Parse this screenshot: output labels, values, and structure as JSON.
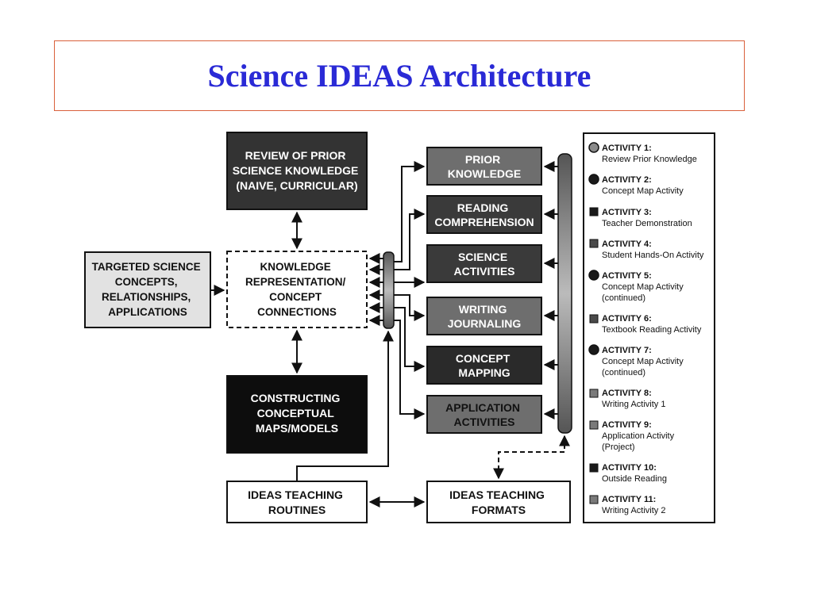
{
  "title": "Science IDEAS Architecture",
  "colors": {
    "title": "#2a2ad6",
    "title_border": "#d9603b"
  },
  "boxes": {
    "review": [
      "REVIEW OF PRIOR",
      "SCIENCE KNOWLEDGE",
      "(NAIVE, CURRICULAR)"
    ],
    "targeted": [
      "TARGETED SCIENCE",
      "CONCEPTS,",
      "RELATIONSHIPS,",
      "APPLICATIONS"
    ],
    "knowledge": [
      "KNOWLEDGE",
      "REPRESENTATION/",
      "CONCEPT",
      "CONNECTIONS"
    ],
    "constructing": [
      "CONSTRUCTING",
      "CONCEPTUAL",
      "MAPS/MODELS"
    ],
    "routines": [
      "IDEAS TEACHING",
      "ROUTINES"
    ],
    "formats": [
      "IDEAS TEACHING",
      "FORMATS"
    ]
  },
  "components": [
    [
      "PRIOR",
      "KNOWLEDGE"
    ],
    [
      "READING",
      "COMPREHENSION"
    ],
    [
      "SCIENCE",
      "ACTIVITIES"
    ],
    [
      "WRITING",
      "JOURNALING"
    ],
    [
      "CONCEPT",
      "MAPPING"
    ],
    [
      "APPLICATION",
      "ACTIVITIES"
    ]
  ],
  "legend": [
    {
      "icon": "circle-gray-icon",
      "head": "ACTIVITY 1:",
      "desc": [
        "Review Prior Knowledge"
      ]
    },
    {
      "icon": "circle-dark-icon",
      "head": "ACTIVITY 2:",
      "desc": [
        "Concept Map Activity"
      ]
    },
    {
      "icon": "square-dark-icon",
      "head": "ACTIVITY 3:",
      "desc": [
        "Teacher Demonstration"
      ]
    },
    {
      "icon": "square-mid-icon",
      "head": "ACTIVITY 4:",
      "desc": [
        "Student Hands-On Activity"
      ]
    },
    {
      "icon": "circle-dark-icon",
      "head": "ACTIVITY 5:",
      "desc": [
        "Concept Map Activity",
        "(continued)"
      ]
    },
    {
      "icon": "square-mid-icon",
      "head": "ACTIVITY 6:",
      "desc": [
        "Textbook Reading Activity"
      ]
    },
    {
      "icon": "circle-dark-icon",
      "head": "ACTIVITY 7:",
      "desc": [
        "Concept Map Activity",
        "(continued)"
      ]
    },
    {
      "icon": "square-gray-icon",
      "head": "ACTIVITY 8:",
      "desc": [
        "Writing Activity 1"
      ]
    },
    {
      "icon": "square-gray-icon",
      "head": "ACTIVITY 9:",
      "desc": [
        "Application Activity",
        "(Project)"
      ]
    },
    {
      "icon": "square-dark-icon",
      "head": "ACTIVITY 10:",
      "desc": [
        "Outside Reading"
      ]
    },
    {
      "icon": "square-gray-icon",
      "head": "ACTIVITY 11:",
      "desc": [
        "Writing Activity 2"
      ]
    }
  ]
}
